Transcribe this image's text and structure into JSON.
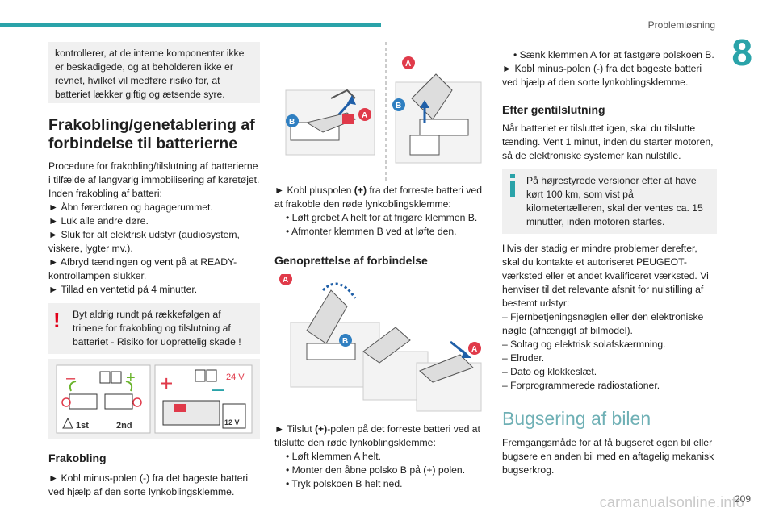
{
  "header": {
    "section": "Problemløsning",
    "chapter": "8",
    "page": "209"
  },
  "watermark": "carmanualsonline.info",
  "col1": {
    "intro": "kontrollerer, at de interne komponenter ikke er beskadigede, og at beholderen ikke er revnet, hvilket vil medføre risiko for, at batteriet lækker giftig og ætsende syre.",
    "title": "Frakobling/genetablering af forbindelse til batterierne",
    "procedure": "Procedure for frakobling/tilslutning af batterierne i tilfælde af langvarig immobilisering af køretøjet. Inden frakobling af batteri:",
    "steps": [
      "► Åbn førerdøren og bagagerummet.",
      "► Luk alle andre døre.",
      "► Sluk for alt elektrisk udstyr (audiosystem, viskere, lygter mv.).",
      "► Afbryd tændingen og vent på at READY-kontrollampen slukker.",
      "► Tillad en ventetid på 4 minutter."
    ],
    "warning": "Byt aldrig rundt på rækkefølgen af trinene for frakobling og tilslutning af batteriet - Risiko for uoprettelig skade !",
    "fig_labels": {
      "first": "1st",
      "second": "2nd",
      "volt24": "24 V",
      "volt12": "12 V",
      "minus": "–",
      "plus": "+"
    },
    "sub_title": "Frakobling",
    "sub_text": "► Kobl minus-polen (-) fra det bageste batteri ved hjælp af den sorte lynkoblingsklemme."
  },
  "col2": {
    "labels": {
      "A": "A",
      "B": "B"
    },
    "para1_a": "► Kobl pluspolen ",
    "para1_b": "(+)",
    "para1_c": " fra det forreste batteri ved at frakoble den røde lynkoblingsklemme:",
    "bullets1": [
      "• Løft grebet A helt for at frigøre klemmen B.",
      "• Afmonter klemmen B ved at løfte den."
    ],
    "title": "Genoprettelse af forbindelse",
    "para2_a": "► Tilslut ",
    "para2_b": "(+)",
    "para2_c": "-polen på det forreste batteri ved at tilslutte den røde lynkoblingsklemme:",
    "bullets2": [
      "• Løft klemmen A helt.",
      "• Monter den åbne polsko B på (+) polen.",
      "• Tryk polskoen B helt ned."
    ]
  },
  "col3": {
    "bullet": "• Sænk klemmen A for at fastgøre polskoen B.",
    "step": "► Kobl minus-polen (-) fra det bageste batteri ved hjælp af den sorte lynkoblingsklemme.",
    "title": "Efter gentilslutning",
    "text": "Når batteriet er tilsluttet igen, skal du tilslutte tænding. Vent 1 minut, inden du starter motoren, så de elektroniske systemer kan nulstille.",
    "info": "På højrestyrede versioner efter at have kørt 100 km, som vist på kilometertælleren, skal der ventes ca. 15 minutter, inden motoren startes.",
    "para": "Hvis der stadig er mindre problemer derefter, skal du kontakte et autoriseret PEUGEOT-værksted eller et andet kvalificeret værksted. Vi henviser til det relevante afsnit for nulstilling af bestemt udstyr:",
    "list": [
      "– Fjernbetjeningsnøglen eller den elektroniske nøgle (afhængigt af bilmodel).",
      "– Soltag og elektrisk solafskærmning.",
      "– Elruder.",
      "– Dato og klokkeslæt.",
      "– Forprogrammerede radiostationer."
    ],
    "towing_title": "Bugsering af bilen",
    "towing_text": "Fremgangsmåde for at få bugseret egen bil eller bugsere en anden bil med en aftagelig mekanisk bugserkrog."
  },
  "colors": {
    "accent": "#2aa3a9",
    "warning": "#e2001a",
    "label_red": "#e03a4a",
    "label_blue": "#2f7fc1",
    "arrow": "#1f5fa8"
  }
}
